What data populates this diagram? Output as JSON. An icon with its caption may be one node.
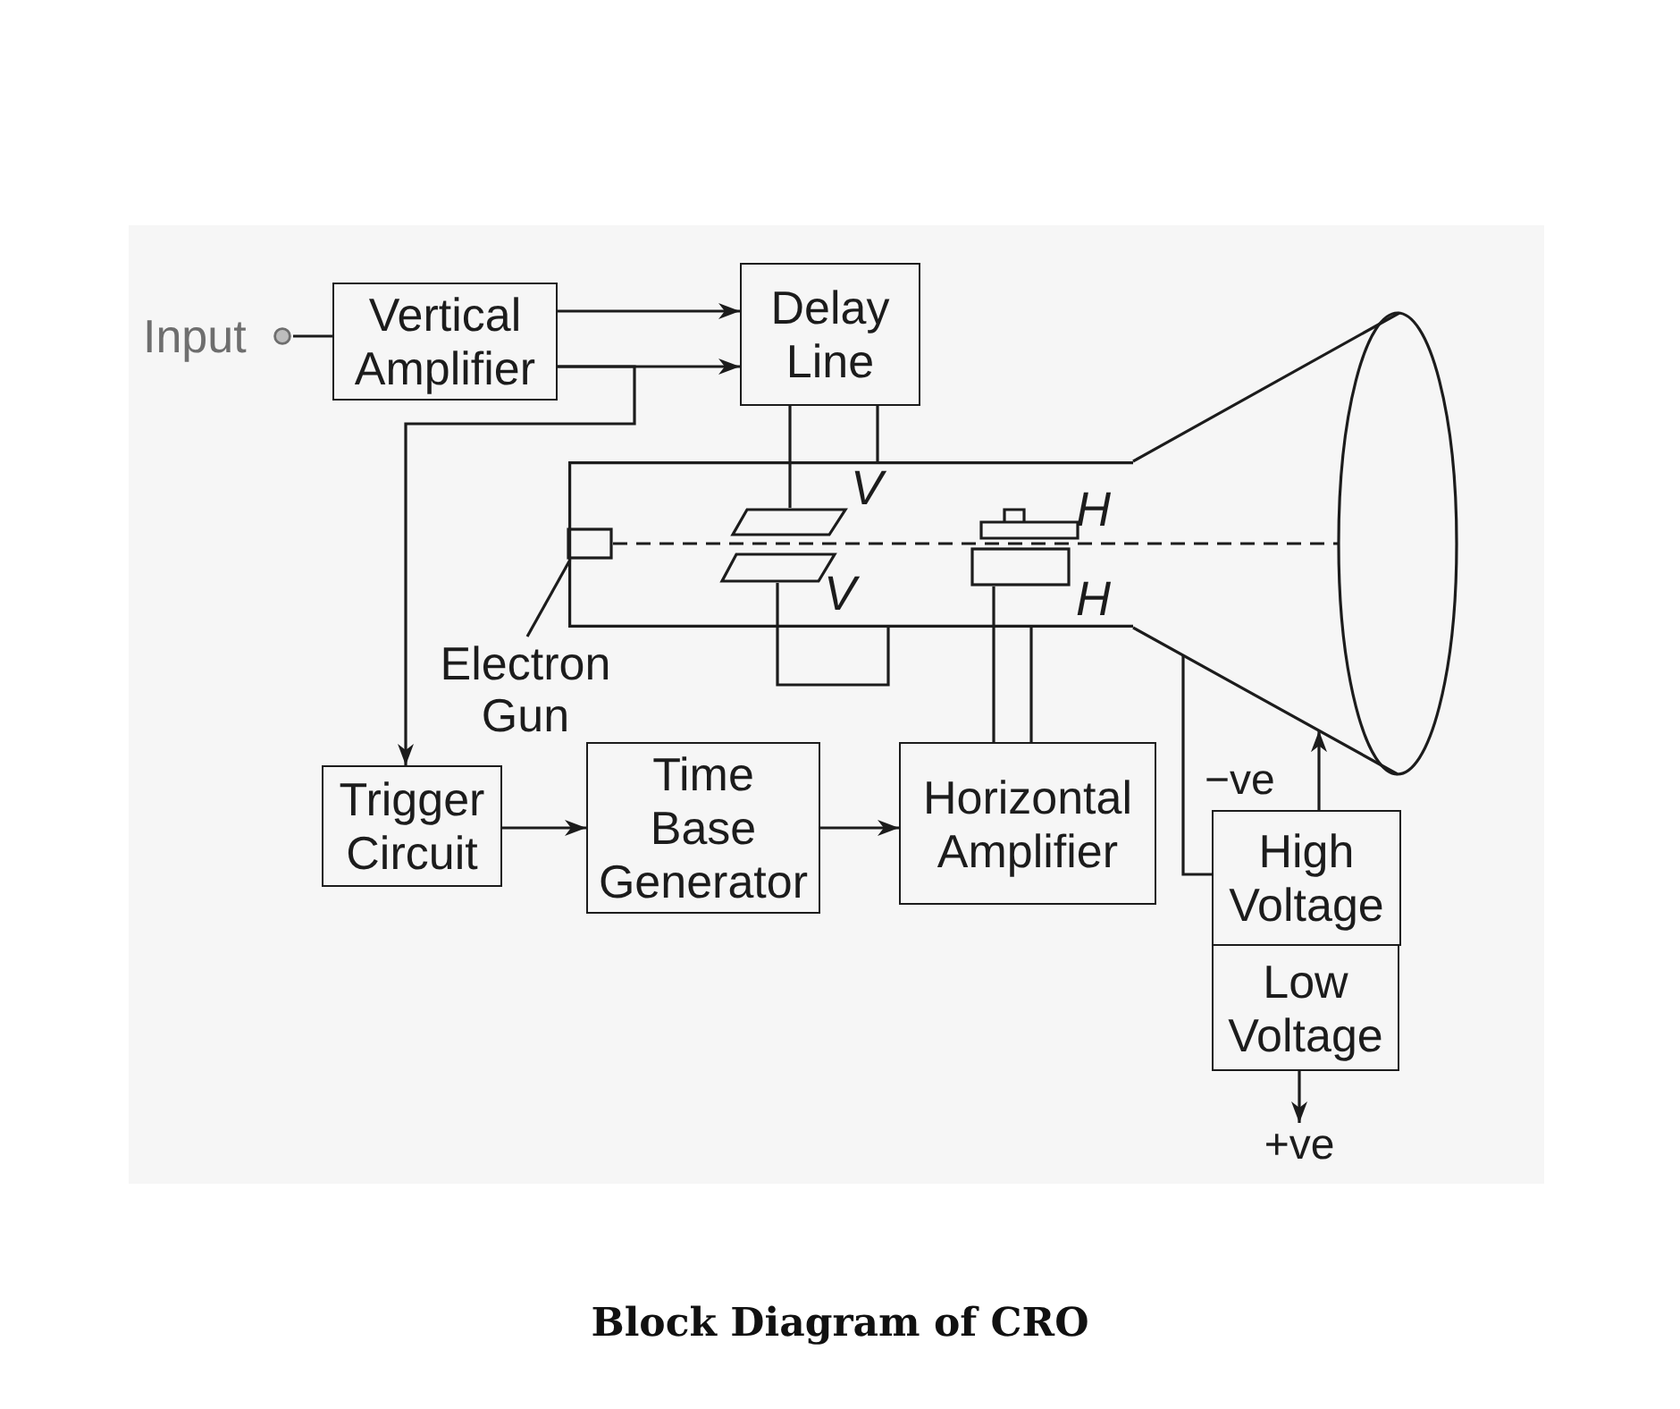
{
  "diagram": {
    "caption": "Block Diagram of CRO",
    "nodes": [
      {
        "text": [
          "Input"
        ]
      },
      {
        "text": [
          "Vertical Amplifier"
        ]
      },
      {
        "text": [
          "Delay Line"
        ]
      },
      {
        "text": [],
        "shape": "tube"
      },
      {
        "text": [],
        "shape": "parallelogram",
        "in": 3,
        "beside": [
          "V"
        ]
      },
      {
        "text": [],
        "shape": "parallelogram",
        "in": 3,
        "beside": [
          "V"
        ]
      },
      {
        "text": [],
        "shape": "box",
        "in": 3
      },
      {
        "text": [],
        "shape": "box",
        "in": 3,
        "beside": [
          "H"
        ]
      },
      {
        "text": [],
        "shape": "box",
        "in": 3,
        "beside": [
          "H"
        ]
      },
      {
        "text": [],
        "shape": "cone"
      },
      {
        "text": [
          "Electron Gun"
        ]
      },
      {
        "text": [
          "Trigger Circuit"
        ]
      },
      {
        "text": [
          "Time Base Generator"
        ]
      },
      {
        "text": [
          "Horizontal Amplifier"
        ]
      },
      {
        "text": [
          "High Voltage"
        ]
      },
      {
        "text": [
          "Low Voltage"
        ]
      },
      {
        "text": [
          "+ve"
        ]
      }
    ],
    "edges": [
      {
        "from": 0,
        "to": 1,
        "arrow": "none"
      },
      {
        "from": 1,
        "to": 2,
        "arrow": "to"
      },
      {
        "from": 1,
        "to": 2,
        "arrow": "to"
      },
      {
        "from": 1,
        "to": 11,
        "arrow": "to"
      },
      {
        "from": 2,
        "to": 4,
        "arrow": "none"
      },
      {
        "from": 2,
        "to": 3,
        "arrow": "none"
      },
      {
        "from": 10,
        "to": 6,
        "arrow": "none"
      },
      {
        "from": 6,
        "to": 9,
        "arrow": "none",
        "style": "dashed"
      },
      {
        "from": 5,
        "to": 3,
        "arrow": "none"
      },
      {
        "from": 11,
        "to": 12,
        "arrow": "to"
      },
      {
        "from": 12,
        "to": 13,
        "arrow": "to"
      },
      {
        "from": 13,
        "to": 8,
        "arrow": "none"
      },
      {
        "from": 13,
        "to": 3,
        "arrow": "none"
      },
      {
        "from": 14,
        "to": 9,
        "arrow": "none"
      },
      {
        "from": 14,
        "to": 9,
        "arrow": "to"
      },
      {
        "from": 15,
        "to": 16,
        "arrow": "to"
      }
    ],
    "labels": [
      "−ve"
    ]
  }
}
